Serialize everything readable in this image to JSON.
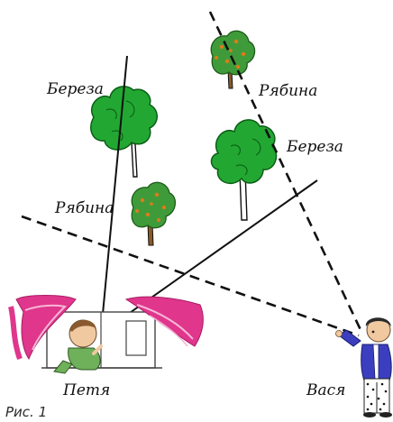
{
  "labels": {
    "birch_left": "Береза",
    "rowan_top": "Рябина",
    "birch_right": "Береза",
    "rowan_left": "Рябина",
    "petya": "Петя",
    "vasya": "Вася"
  },
  "caption": "Рис. 1",
  "colors": {
    "line": "#111111",
    "birch_foliage": "#22a832",
    "birch_outline": "#0b5e16",
    "rowan_foliage": "#3f9b3a",
    "rowan_berries": "#e07a1a",
    "curtain": "#e0368c",
    "curtain_light": "#f6b6d6",
    "vasya_jacket": "#3b3fbf"
  }
}
